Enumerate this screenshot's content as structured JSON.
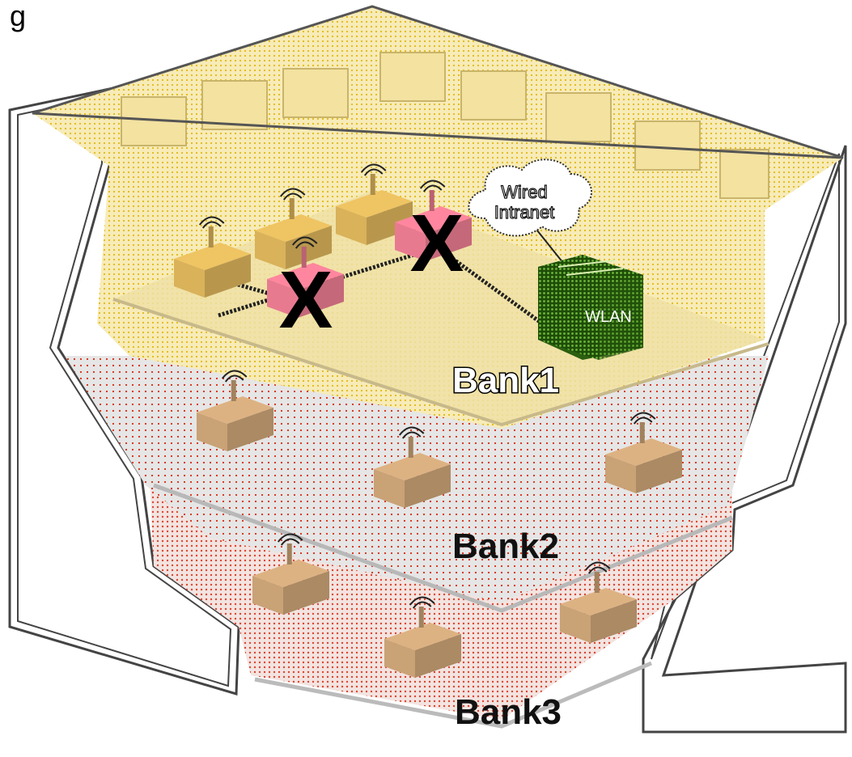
{
  "title": "g",
  "cloud_label_line1": "Wired",
  "cloud_label_line2": "Intranet",
  "controller_label": "WLAN",
  "banks": [
    "Bank1",
    "Bank2",
    "Bank3"
  ],
  "failure_mark": "X",
  "colors": {
    "bank1_fill": "#f5e6a8",
    "bank1_dots": "#e0b400",
    "bank2_fill": "#e4e4e4",
    "bank3_fill": "#f2e2e0",
    "red_dots": "#d82a10",
    "ap_ok": "#d9b25a",
    "ap_failed": "#e87a90",
    "ap_lower": "#c9a276",
    "controller": "#2f6e12"
  },
  "access_points": {
    "bank1_ok": 3,
    "bank1_failed": 2,
    "bank2": 3,
    "bank3": 3
  }
}
